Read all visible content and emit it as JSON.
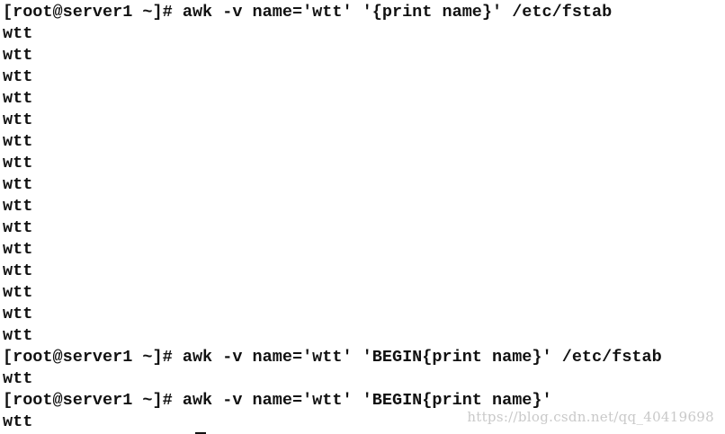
{
  "terminal": {
    "blocks": [
      {
        "prompt": "[root@server1 ~]# ",
        "command": "awk -v name='wtt' '{print name}' /etc/fstab",
        "output": [
          "wtt",
          "wtt",
          "wtt",
          "wtt",
          "wtt",
          "wtt",
          "wtt",
          "wtt",
          "wtt",
          "wtt",
          "wtt",
          "wtt",
          "wtt",
          "wtt",
          "wtt"
        ]
      },
      {
        "prompt": "[root@server1 ~]# ",
        "command": "awk -v name='wtt' 'BEGIN{print name}' /etc/fstab",
        "output": [
          "wtt"
        ]
      },
      {
        "prompt": "[root@server1 ~]# ",
        "command": "awk -v name='wtt' 'BEGIN{print name}'",
        "output": [
          "wtt"
        ]
      }
    ]
  },
  "watermark": {
    "text": "https://blog.csdn.net/qq_40419698"
  }
}
